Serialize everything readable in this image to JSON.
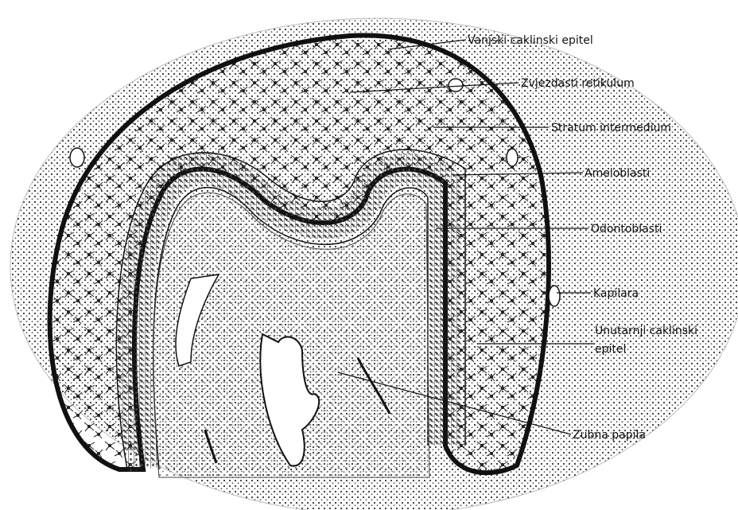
{
  "labels": {
    "outer_enamel_epithelium": "Vanjski caklinski epitel",
    "stellate_reticulum": "Zvjezdasti retikulum",
    "stratum_intermedium": "Stratum intermedium",
    "ameloblasts": "Ameloblasti",
    "odontoblasts": "Odontoblasti",
    "capillary": "Kapilara",
    "inner_enamel_epithelium_line1": "Unutarnji caklinski",
    "inner_enamel_epithelium_line2": "epitel",
    "dental_papilla": "Zubna papila"
  },
  "colors": {
    "ink": "#1a1a1a",
    "background": "#ffffff"
  }
}
